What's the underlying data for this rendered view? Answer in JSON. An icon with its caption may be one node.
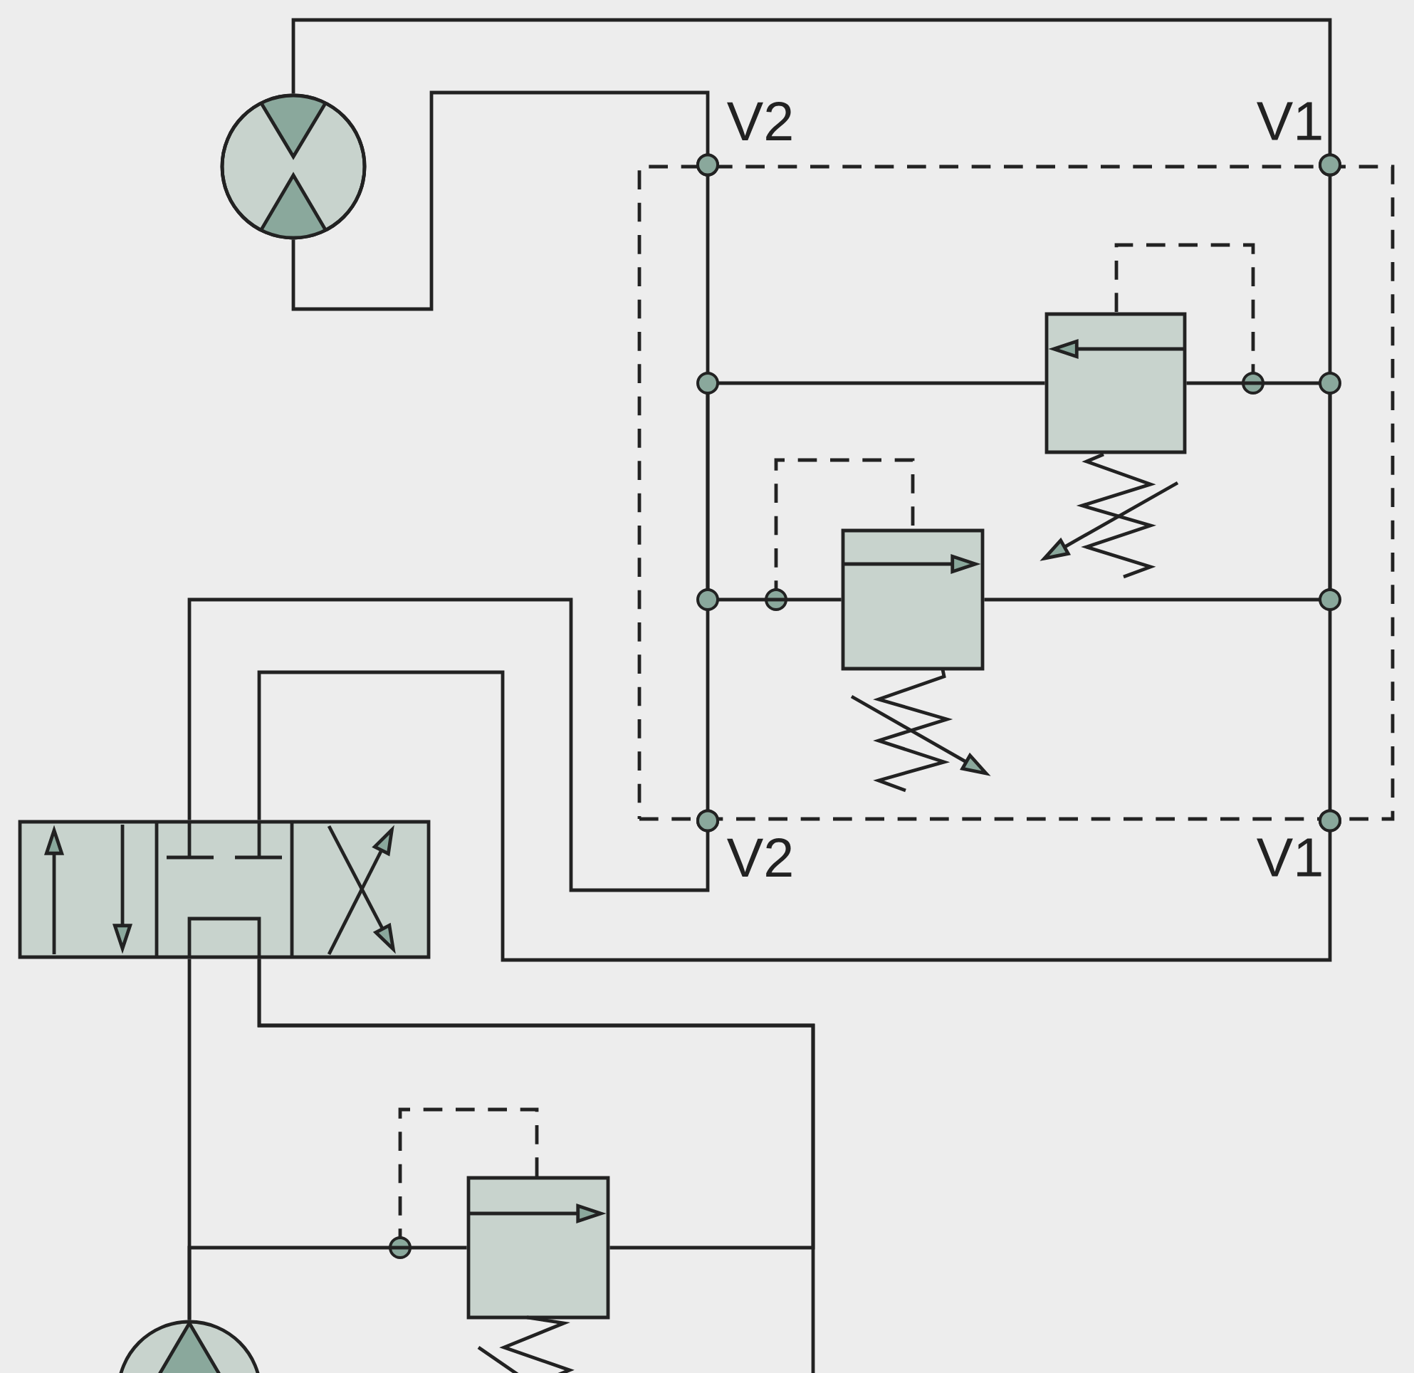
{
  "diagram": {
    "nodes": [
      {
        "text": [],
        "shape": "circle"
      },
      {
        "text": [],
        "shape": "box"
      },
      {
        "text": [],
        "shape": "box",
        "in": 1
      },
      {
        "text": [],
        "shape": "box",
        "in": 1
      },
      {
        "text": [],
        "shape": "box"
      },
      {
        "text": [],
        "shape": "box"
      },
      {
        "text": [],
        "shape": "circle"
      }
    ],
    "edges": [
      {
        "from": 0,
        "to": 1,
        "arrow": "other"
      },
      {
        "from": 0,
        "to": 1,
        "arrow": "other"
      },
      {
        "from": 1,
        "to": 3,
        "arrow": "other"
      },
      {
        "from": 1,
        "to": 2,
        "arrow": "other"
      },
      {
        "from": 1,
        "to": 3,
        "arrow": "other"
      },
      {
        "from": 1,
        "to": 2,
        "arrow": "other"
      },
      {
        "from": 4,
        "to": 1,
        "arrow": "other"
      },
      {
        "from": 4,
        "to": 1,
        "arrow": "other"
      },
      {
        "from": 6,
        "to": 4,
        "arrow": "none"
      },
      {
        "from": 6,
        "to": 5,
        "arrow": "none"
      },
      {
        "from": 4,
        "to": 5,
        "arrow": "none"
      },
      {
        "from": 4,
        "to": null,
        "arrow": "none"
      }
    ],
    "labels": [
      "V2",
      "V1",
      "V2",
      "V1"
    ]
  }
}
